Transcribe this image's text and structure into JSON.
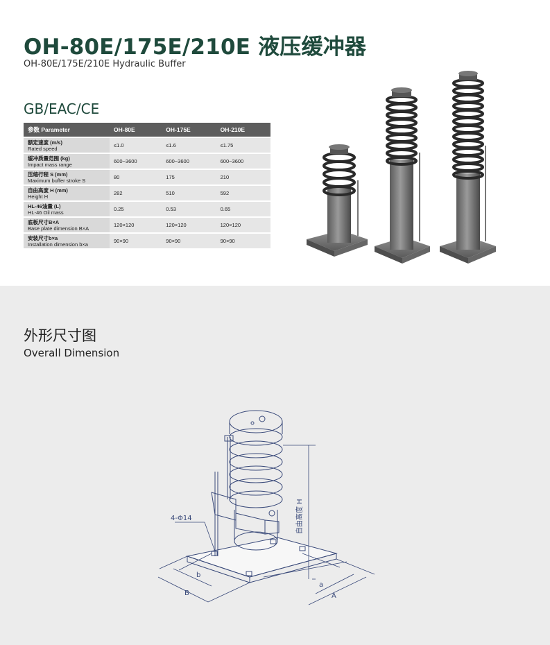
{
  "header": {
    "title": "OH-80E/175E/210E 液压缓冲器",
    "subtitle": "OH-80E/175E/210E Hydraulic Buffer",
    "certification": "GB/EAC/CE"
  },
  "table": {
    "headers": [
      "参数 Parameter",
      "OH-80E",
      "OH-175E",
      "OH-210E"
    ],
    "rows": [
      {
        "cn": "额定速度 (m/s)",
        "en": "Rated speed",
        "values": [
          "≤1.0",
          "≤1.6",
          "≤1.75"
        ]
      },
      {
        "cn": "缓冲质量范围 (kg)",
        "en": "Impact mass range",
        "values": [
          "600~3600",
          "600~3600",
          "600~3600"
        ]
      },
      {
        "cn": "压缩行程 S (mm)",
        "en": "Maximum buffer stroke S",
        "values": [
          "80",
          "175",
          "210"
        ]
      },
      {
        "cn": "自由高度 H (mm)",
        "en": "Height H",
        "values": [
          "282",
          "510",
          "592"
        ]
      },
      {
        "cn": "HL-46油量 (L)",
        "en": "HL-46 Oil mass",
        "values": [
          "0.25",
          "0.53",
          "0.65"
        ]
      },
      {
        "cn": "底板尺寸B×A",
        "en": "Base plate dimension B×A",
        "values": [
          "120×120",
          "120×120",
          "120×120"
        ]
      },
      {
        "cn": "安装尺寸b×a",
        "en": "Installation dimension b×a",
        "values": [
          "90×90",
          "90×90",
          "90×90"
        ]
      }
    ]
  },
  "dimension_section": {
    "title_cn": "外形尺寸图",
    "title_en": "Overall Dimension"
  },
  "drawing_labels": {
    "holes": "4-Φ14",
    "height": "自由高度 H",
    "b": "b",
    "B": "B",
    "a": "a",
    "A": "A"
  },
  "colors": {
    "brand_green": "#1f4a3c",
    "table_header": "#5d5d5d",
    "section_bg": "#ececec",
    "drawing_line": "#3a4a7a"
  }
}
